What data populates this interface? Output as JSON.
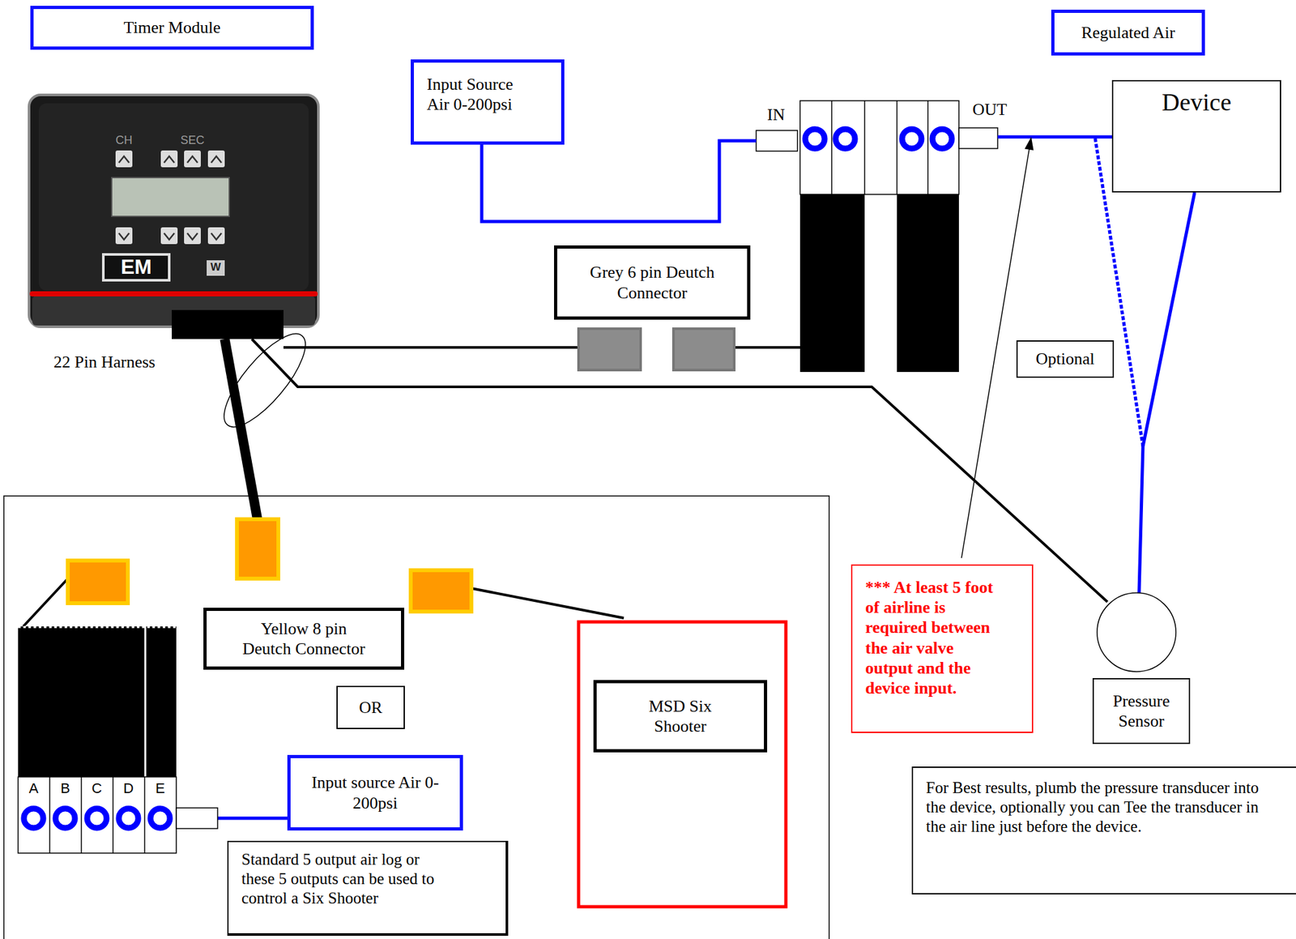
{
  "diagram": {
    "nodes": [
      {
        "text": [
          "Timer Module"
        ]
      },
      {
        "text": [
          "Regulated Air"
        ]
      },
      {
        "text": [
          "Input Source Air 0-200psi"
        ]
      },
      {
        "text": [
          "Device"
        ]
      },
      {
        "text": [
          "Grey 6 pin Deutch Connector"
        ]
      },
      {
        "text": [
          "Optional"
        ]
      },
      {
        "text": [
          "*** At least 5 foot of airline is required between the air valve output and the device input."
        ]
      },
      {
        "text": [
          "Yellow 8 pin Deutch Connector"
        ]
      },
      {
        "text": [
          "MSD Six Shooter"
        ]
      },
      {
        "text": [
          "Pressure Sensor"
        ]
      },
      {
        "text": [
          "OR"
        ]
      },
      {
        "text": [
          "Input source Air 0-200psi"
        ]
      },
      {
        "text": [
          "For Best results, plumb the pressure transducer into the device, optionally you can Tee the transducer in the air line just before the device."
        ]
      },
      {
        "text": [
          "Standard 5 output air log or these 5 outputs can be used to control a Six Shooter"
        ]
      }
    ],
    "labels": [
      "CH",
      "SEC",
      "EM",
      "W",
      "IN",
      "OUT",
      "22 Pin Harness",
      "A",
      "B",
      "C",
      "D",
      "E"
    ]
  }
}
